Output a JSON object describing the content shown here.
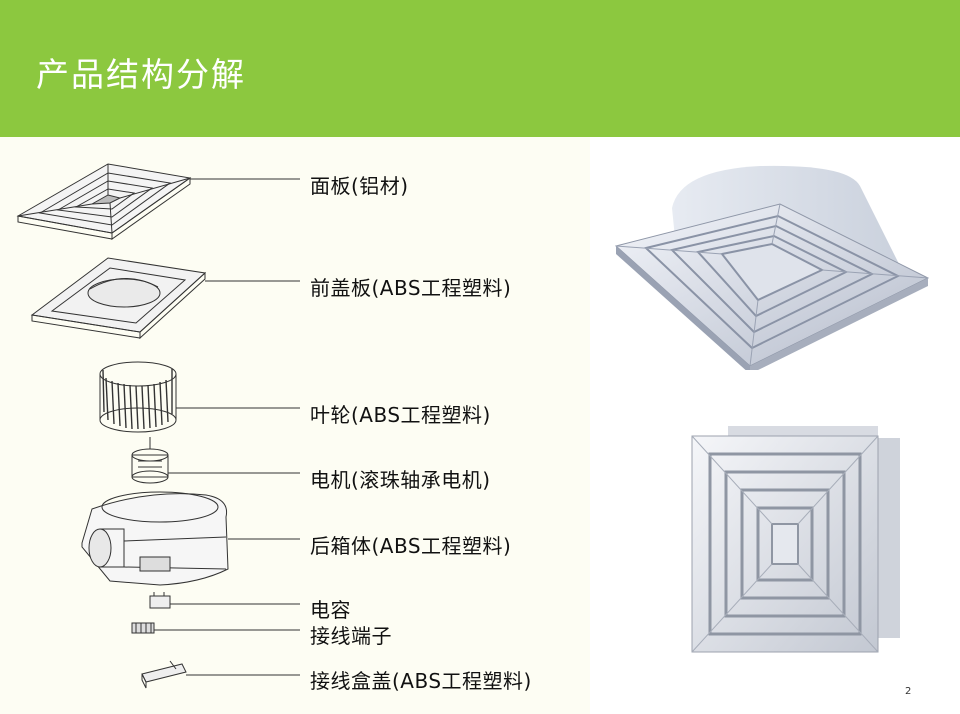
{
  "slide": {
    "title": "产品结构分解",
    "page_number": "2"
  },
  "parts": [
    {
      "label": "面板(铝材)",
      "icon": "panel-icon"
    },
    {
      "label": "前盖板(ABS工程塑料)",
      "icon": "front-cover-icon"
    },
    {
      "label": "叶轮(ABS工程塑料)",
      "icon": "impeller-icon"
    },
    {
      "label": "电机(滚珠轴承电机)",
      "icon": "motor-icon"
    },
    {
      "label": "后箱体(ABS工程塑料)",
      "icon": "rear-housing-icon"
    },
    {
      "label": "电容",
      "icon": "capacitor-icon"
    },
    {
      "label": "接线端子",
      "icon": "terminal-icon"
    },
    {
      "label": "接线盒盖(ABS工程塑料)",
      "icon": "junction-box-cover-icon"
    }
  ],
  "colors": {
    "header": "#8cc83f",
    "left_background": "#fdfdf3"
  }
}
